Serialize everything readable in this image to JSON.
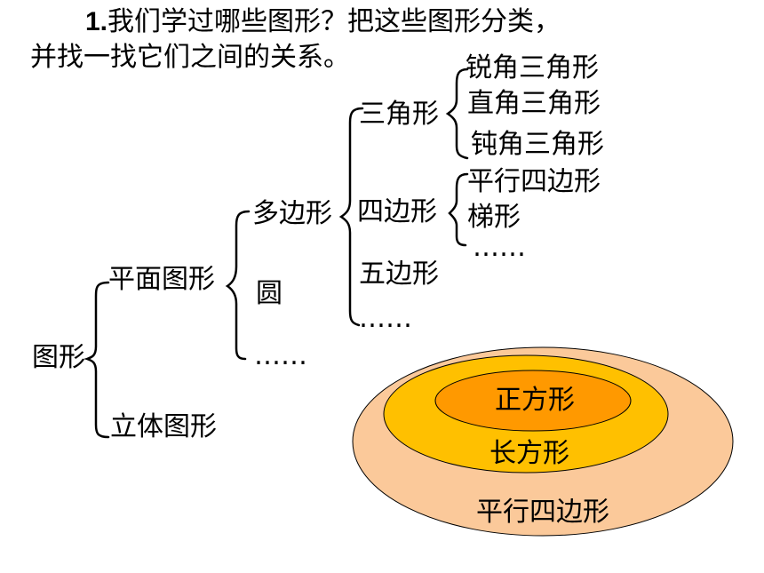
{
  "question": {
    "number": "1.",
    "line1": "我们学过哪些图形？把这些图形分类，",
    "line2": "并找一找它们之间的关系。"
  },
  "tree": {
    "root": "图形",
    "level1": {
      "plane": "平面图形",
      "solid": "立体图形"
    },
    "level2": {
      "polygon": "多边形",
      "circle": "圆",
      "more": "……"
    },
    "level3": {
      "triangle": "三角形",
      "quadrilateral": "四边形",
      "pentagon": "五边形",
      "more": "……"
    },
    "level4_triangles": [
      "锐角三角形",
      "直角三角形",
      "钝角三角形"
    ],
    "level4_quads": [
      "平行四边形",
      "梯形",
      "……"
    ]
  },
  "nested_sets": {
    "outer": {
      "label": "平行四边形",
      "color": "#FBC99A"
    },
    "middle": {
      "label": "长方形",
      "color": "#FFC000"
    },
    "inner": {
      "label": "正方形",
      "color": "#FF9900"
    }
  }
}
